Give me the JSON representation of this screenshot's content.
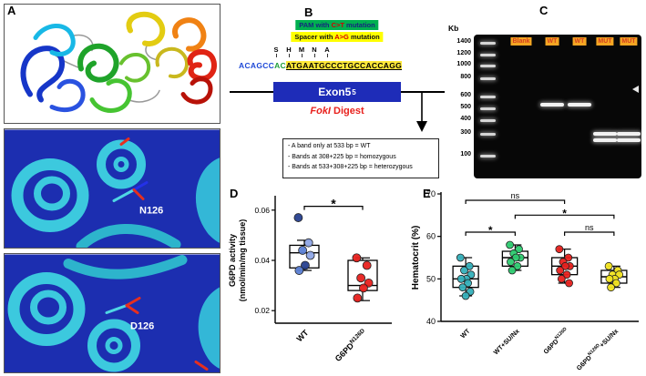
{
  "labels": {
    "a": "A",
    "b": "B",
    "c": "C",
    "d": "D",
    "e": "E"
  },
  "panel_a": {
    "residues": [
      "N126",
      "D126"
    ]
  },
  "panel_b": {
    "pam": {
      "pre": "PAM with ",
      "mut": "C>T",
      "post": " mutation"
    },
    "spacer": {
      "pre": "Spacer with ",
      "mut": "A>G",
      "post": " mutation"
    },
    "amino_acids": [
      "S",
      "H",
      "M",
      "N",
      "A"
    ],
    "sequence": {
      "p1": "ACAGCC",
      "p2": "AC",
      "p3": "ATGAATGCCCTGCCACCAGG"
    },
    "exon": {
      "name": "Exon5",
      "sub": "5"
    },
    "digest": {
      "enzyme": "FokI",
      "word": "Digest"
    },
    "legend": [
      "- A band only at 533 bp = WT",
      "- Bands at 308+225 bp = homozygous",
      "- Bands at 533+308+225 bp = heterozygous"
    ]
  },
  "panel_c": {
    "kb_label": "Kb",
    "ladder": [
      "1400",
      "1200",
      "1000",
      "800",
      "600",
      "500",
      "400",
      "300",
      "100"
    ],
    "lanes": [
      {
        "label": "Blank",
        "bands": []
      },
      {
        "label": "WT",
        "bands": [
          533
        ]
      },
      {
        "label": "WT",
        "bands": [
          533
        ]
      },
      {
        "label": "MUT",
        "bands": [
          308,
          225
        ]
      },
      {
        "label": "MUT",
        "bands": [
          308,
          225
        ]
      }
    ]
  },
  "chart_data": [
    {
      "id": "D",
      "type": "boxplot-scatter",
      "ylabel_lines": [
        "G6PD activity",
        "(nmol/min/mg tissue)"
      ],
      "ylim": [
        0.015,
        0.065
      ],
      "yticks": [
        0.02,
        0.04,
        0.06
      ],
      "ytick_labels": [
        "0.02",
        "0.04",
        "0.06"
      ],
      "categories": [
        [
          {
            "t": "WT"
          }
        ],
        [
          {
            "t": "G6PD"
          },
          {
            "t": "N126D",
            "sup": true
          }
        ]
      ],
      "series": [
        {
          "name": "WT",
          "color": "#5b7fd4",
          "point_colors": [
            "#27408f",
            "#8fa6e6",
            "#5b7fd4",
            "#8fa6e6",
            "#27408f",
            "#5b7fd4"
          ],
          "points": [
            0.057,
            0.047,
            0.044,
            0.042,
            0.038,
            0.036
          ],
          "box": {
            "q1": 0.037,
            "median": 0.043,
            "q3": 0.046,
            "lo": 0.036,
            "hi": 0.048
          }
        },
        {
          "name": "G6PD N126D",
          "color": "#e8211d",
          "points": [
            0.041,
            0.038,
            0.033,
            0.031,
            0.029,
            0.025
          ],
          "box": {
            "q1": 0.028,
            "median": 0.03,
            "q3": 0.04,
            "lo": 0.024,
            "hi": 0.041
          }
        }
      ],
      "significance": [
        {
          "from": 0,
          "to": 1,
          "label": "*",
          "y": 0.0615
        }
      ]
    },
    {
      "id": "E",
      "type": "boxplot-scatter",
      "ylabel_lines": [
        "Hematocrit (%)"
      ],
      "ylim": [
        40,
        70
      ],
      "yticks": [
        40,
        50,
        60,
        70
      ],
      "ytick_labels": [
        "40",
        "50",
        "60",
        "70"
      ],
      "categories": [
        [
          {
            "t": "WT"
          }
        ],
        [
          {
            "t": "WT+SU/Nx"
          }
        ],
        [
          {
            "t": "G6PD"
          },
          {
            "t": "N126D",
            "sup": true
          }
        ],
        [
          {
            "t": "G6PD"
          },
          {
            "t": "N126D",
            "sup": true
          },
          {
            "t": "+SU/Nx"
          }
        ]
      ],
      "series": [
        {
          "name": "WT",
          "color": "#35b0bb",
          "points": [
            55,
            53,
            52,
            51,
            50,
            50,
            49,
            48,
            47,
            46
          ],
          "box": {
            "q1": 48,
            "median": 50,
            "q3": 53,
            "lo": 46,
            "hi": 55
          }
        },
        {
          "name": "WT+SU/Nx",
          "color": "#2ecc71",
          "points": [
            58,
            57,
            56,
            55,
            55,
            54,
            53,
            52
          ],
          "box": {
            "q1": 53,
            "median": 55,
            "q3": 56.5,
            "lo": 52,
            "hi": 58
          }
        },
        {
          "name": "G6PD N126D",
          "color": "#e8211d",
          "points": [
            57,
            55,
            54,
            53,
            53,
            52,
            51,
            50,
            49
          ],
          "box": {
            "q1": 51,
            "median": 53,
            "q3": 55,
            "lo": 49,
            "hi": 57
          }
        },
        {
          "name": "G6PD N126D + SU/Nx",
          "color": "#f2e41f",
          "points": [
            53,
            52,
            51,
            51,
            50,
            50,
            49,
            48
          ],
          "box": {
            "q1": 49,
            "median": 50.5,
            "q3": 52,
            "lo": 48,
            "hi": 53
          }
        }
      ],
      "significance": [
        {
          "from": 0,
          "to": 2,
          "label": "ns",
          "y": 68.5
        },
        {
          "from": 1,
          "to": 3,
          "label": "*",
          "y": 65
        },
        {
          "from": 0,
          "to": 1,
          "label": "*",
          "y": 61
        },
        {
          "from": 2,
          "to": 3,
          "label": "ns",
          "y": 61
        }
      ]
    }
  ],
  "colors": {
    "exon_blue": "#1e2cb8",
    "pam_green": "#00b050",
    "spacer_yellow": "#ffff00",
    "mutation_red": "#d40000",
    "fokl_red": "#e8211d",
    "lane_label_bg": "#f5a623",
    "lane_label_text": "#d43f1f",
    "helix_cyan": "#3cc9de",
    "structure_bg_blue": "#1c2eb0"
  }
}
